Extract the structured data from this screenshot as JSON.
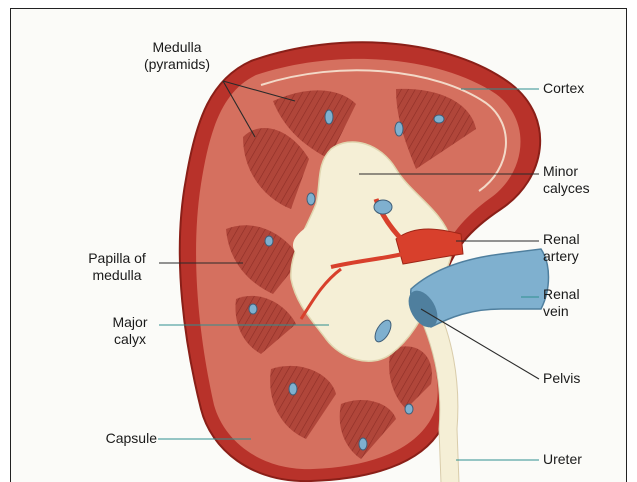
{
  "labels": {
    "medulla_line1": "Medulla",
    "medulla_line2": "(pyramids)",
    "cortex": "Cortex",
    "minor_line1": "Minor",
    "minor_line2": "calyces",
    "papilla_line1": "Papilla of",
    "papilla_line2": "medulla",
    "renal_artery_line1": "Renal",
    "renal_artery_line2": "artery",
    "renal_vein_line1": "Renal",
    "renal_vein_line2": "vein",
    "major_line1": "Major",
    "major_line2": "calyx",
    "pelvis": "Pelvis",
    "capsule": "Capsule",
    "ureter": "Ureter"
  },
  "colors": {
    "capsule": "#b8322a",
    "cortex": "#d5705f",
    "medulla": "#a83a30",
    "pelvis": "#f5efd6",
    "artery": "#d8402c",
    "vein": "#7fb0cf",
    "leader_line_teal": "#2f8f8f"
  }
}
